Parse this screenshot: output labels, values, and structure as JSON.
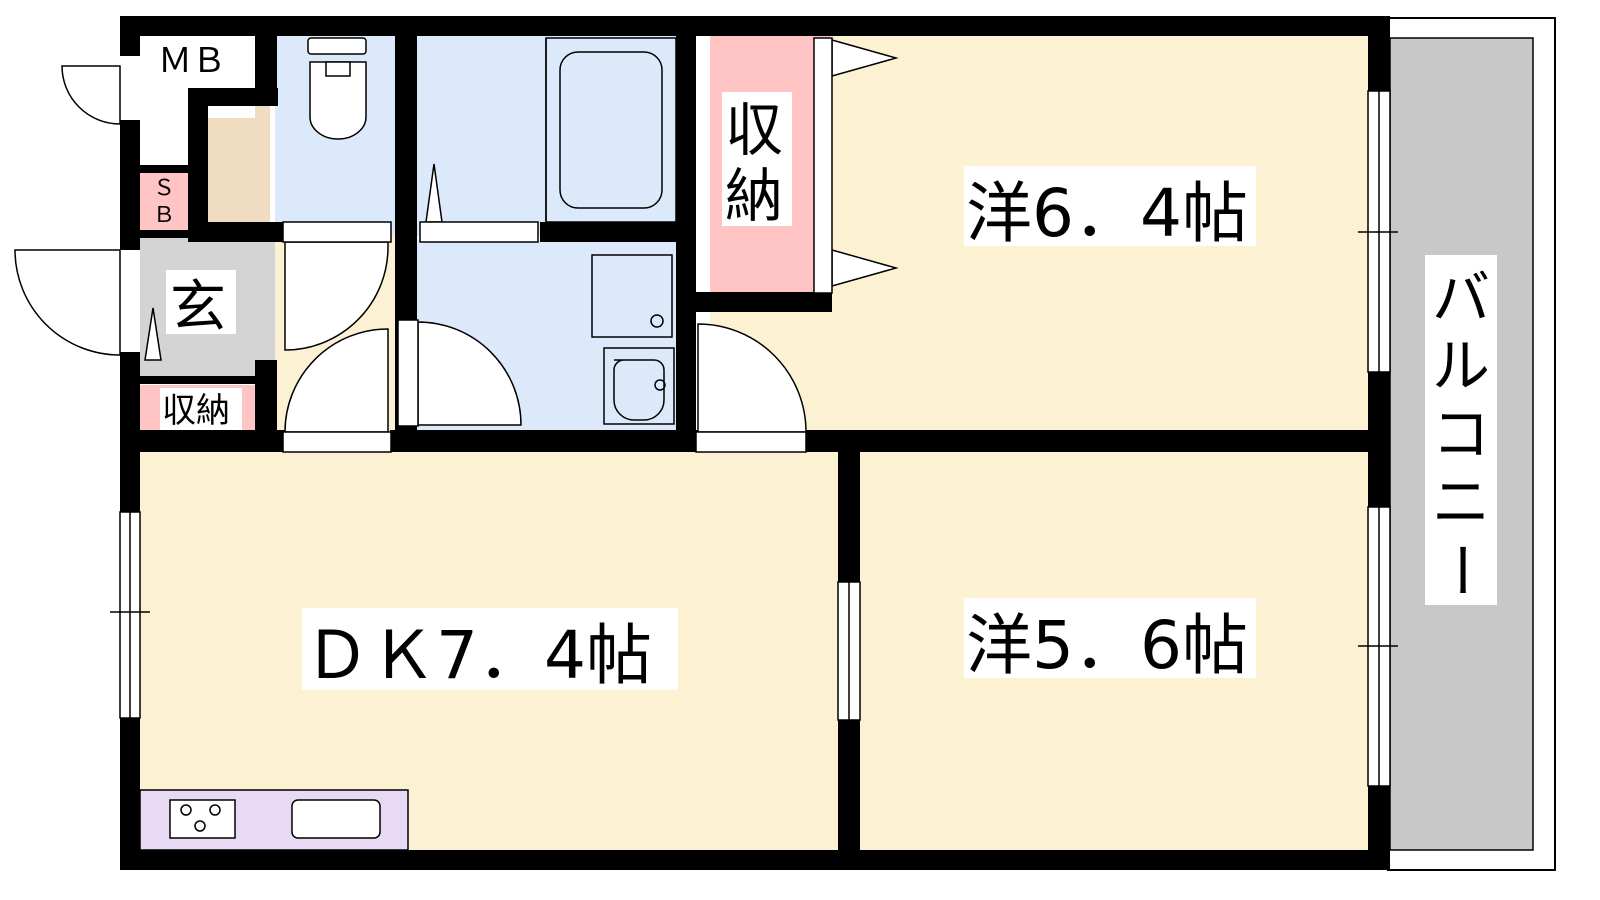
{
  "rooms": {
    "mb": "ＭＢ",
    "sb_1": "Ｓ",
    "sb_2": "Ｂ",
    "entrance": "玄",
    "entrance_storage": "収納",
    "closet_1": "収",
    "closet_2": "納",
    "western_1": "洋6．4帖",
    "western_2": "洋5．6帖",
    "dk": "ＤＫ7．4帖",
    "balcony_chars": [
      "バ",
      "ル",
      "コ",
      "ニ",
      "ー"
    ]
  },
  "colors": {
    "wall": "#000000",
    "floor": "#fdf1d3",
    "wet_area": "#dce9fb",
    "closet": "#ffc4c4",
    "entrance_floor": "#d4d4d4",
    "shoe_cabinet": "#f0dcc0",
    "kitchen": "#e8daf5",
    "balcony": "#c8c8c8"
  }
}
